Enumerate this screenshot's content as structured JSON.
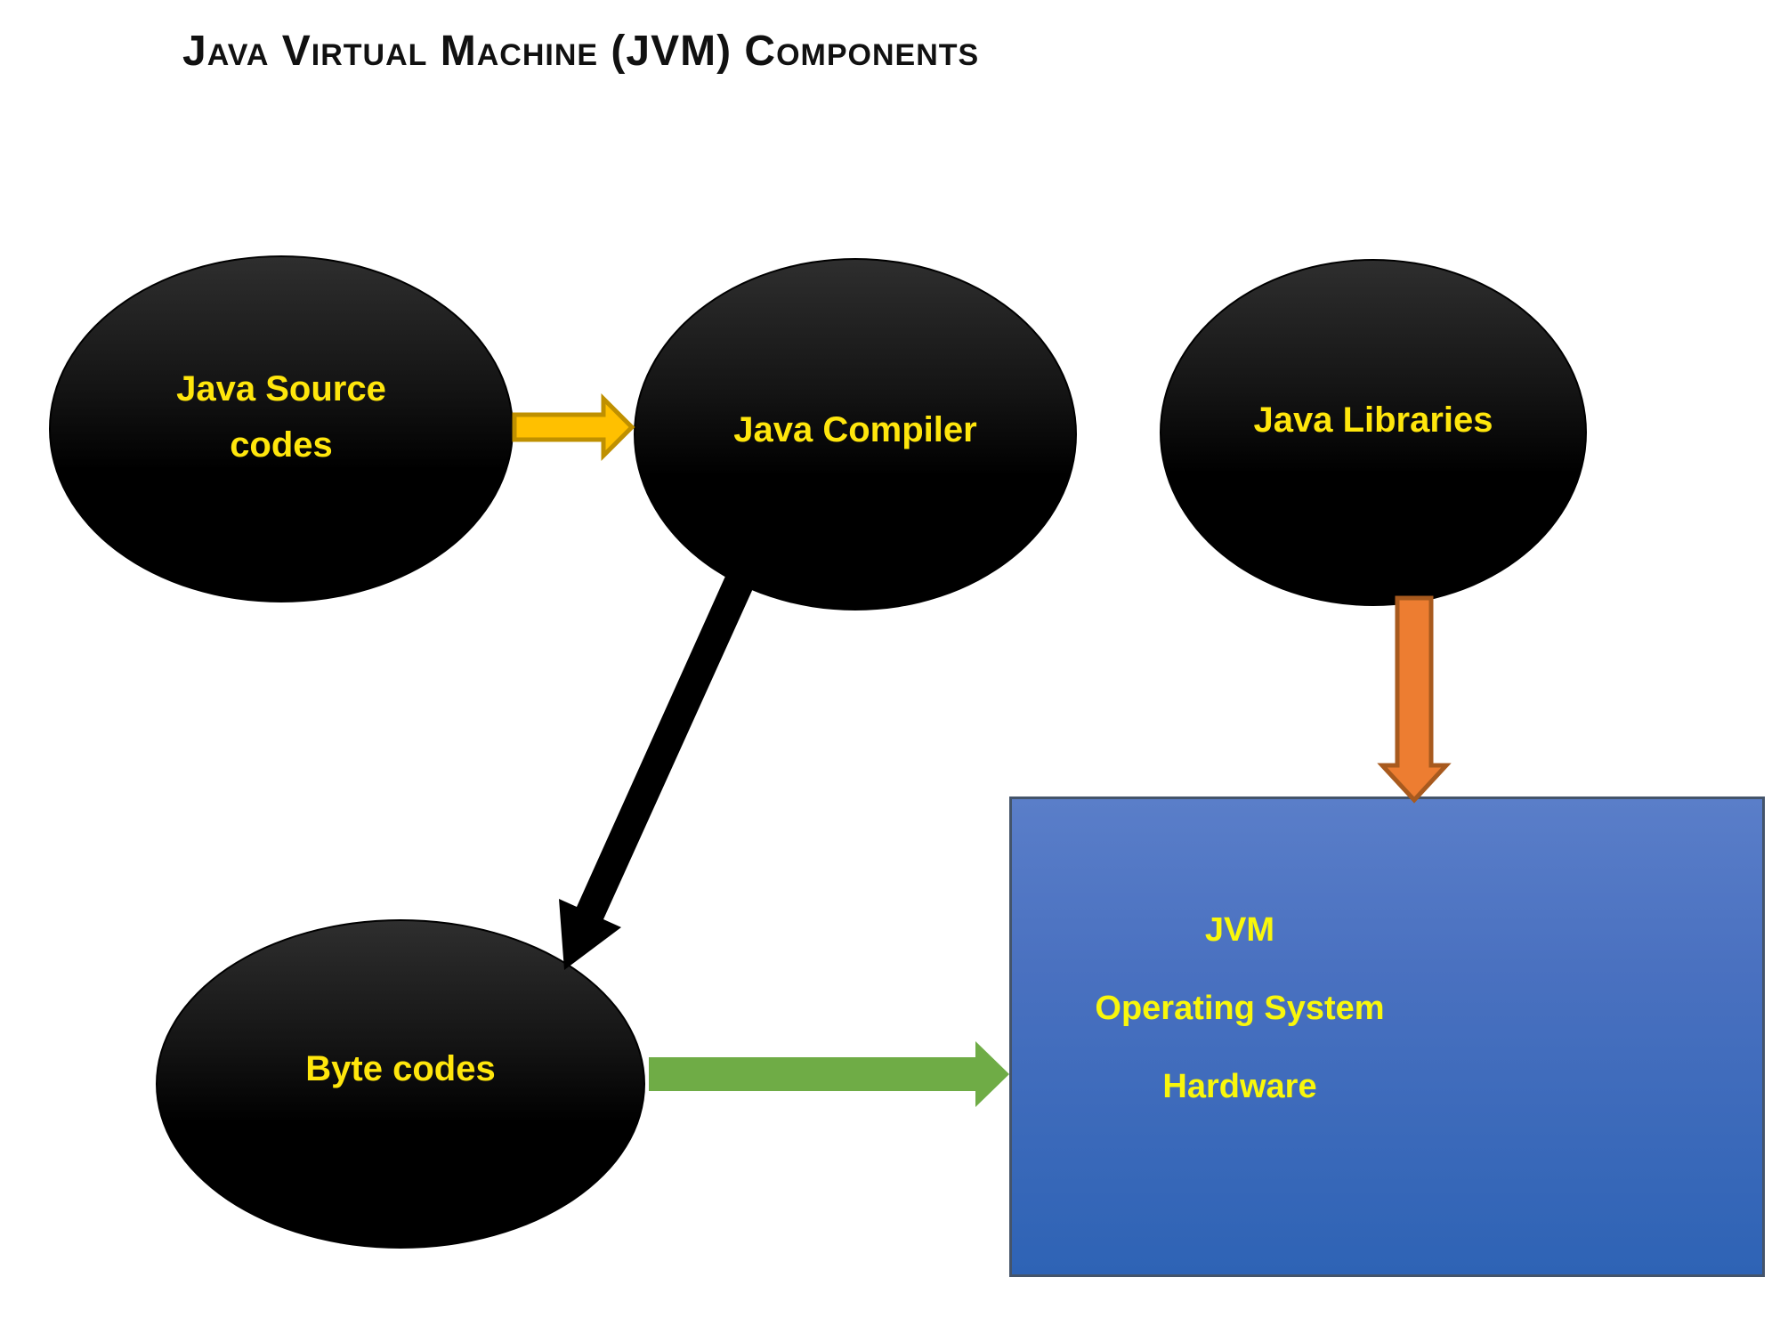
{
  "title": "Java Virtual Machine (JVM) Components",
  "nodes": {
    "source": {
      "line1": "Java Source",
      "line2": "codes"
    },
    "compiler": {
      "label": "Java Compiler"
    },
    "libraries": {
      "label": "Java Libraries"
    },
    "bytecodes": {
      "label": "Byte codes"
    }
  },
  "jvm_box": {
    "line1": "JVM",
    "line2": "Operating System",
    "line3": "Hardware"
  },
  "arrows": {
    "source_to_compiler": {
      "fill": "#FFC000",
      "border": "#BF9000",
      "direction": "right"
    },
    "compiler_to_bytecodes": {
      "fill": "#000000",
      "border": "#000000",
      "direction": "down-left"
    },
    "libraries_to_jvm": {
      "fill": "#ED7D31",
      "border": "#A85A1E",
      "direction": "down"
    },
    "bytecodes_to_jvm": {
      "fill": "#6FAC46",
      "border": "#6FAC46",
      "direction": "right"
    }
  },
  "colors": {
    "ellipse_fill": "#000000",
    "ellipse_label": "#FFE60C",
    "box_fill_top": "#5A7EC9",
    "box_fill_bottom": "#2E63B5",
    "box_border": "#44546A",
    "box_label": "#F9F70B",
    "title_text": "#111111",
    "background": "#FFFFFF"
  }
}
